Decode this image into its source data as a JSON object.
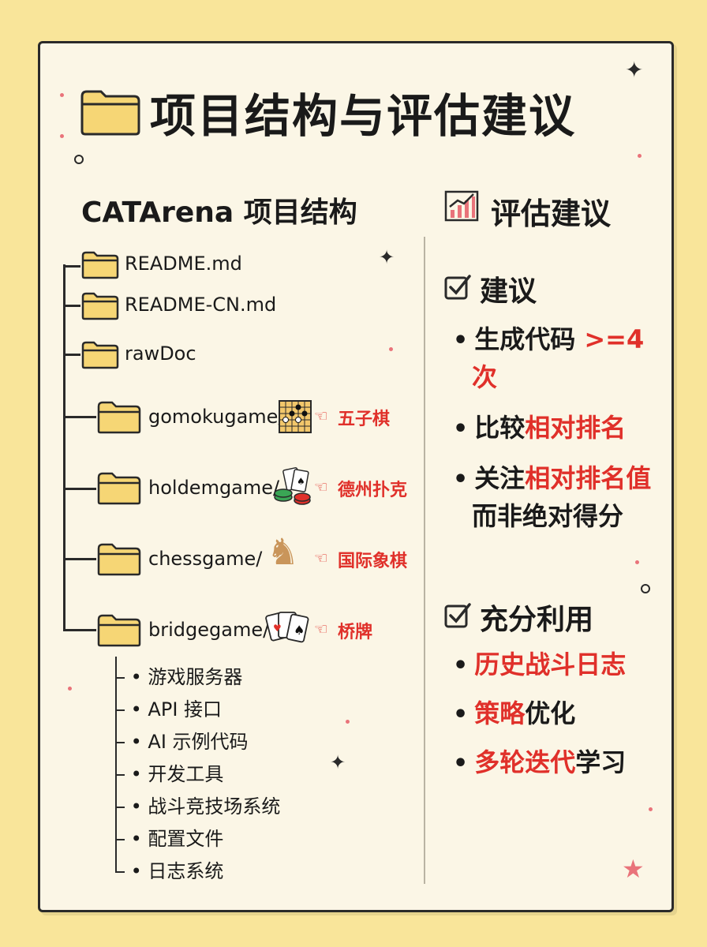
{
  "title": "项目结构与评估建议",
  "left": {
    "heading": "CATArena 项目结构",
    "files": [
      {
        "name": "README.md"
      },
      {
        "name": "README-CN.md"
      },
      {
        "name": "rawDoc"
      }
    ],
    "games": [
      {
        "name": "gomokugame/",
        "tag": "五子棋",
        "icon": "go-board-icon"
      },
      {
        "name": "holdemgame/",
        "tag": "德州扑克",
        "icon": "poker-chips-icon"
      },
      {
        "name": "chessgame/",
        "tag": "国际象棋",
        "icon": "chess-knight-icon"
      },
      {
        "name": "bridgegame/",
        "tag": "桥牌",
        "icon": "playing-cards-icon"
      }
    ],
    "components": [
      "游戏服务器",
      "API 接口",
      "AI 示例代码",
      "开发工具",
      "战斗竞技场系统",
      "配置文件",
      "日志系统"
    ]
  },
  "right": {
    "heading": "评估建议",
    "section1": {
      "heading": "建议",
      "items": [
        {
          "plain": "生成代码 ",
          "red": ">=4",
          "plain2": "",
          "line2_red": "次"
        },
        {
          "plain": "比较",
          "red": "相对排名",
          "plain2": ""
        },
        {
          "plain": "关注",
          "red": "相对排名值",
          "line2": "而非绝对得分"
        }
      ]
    },
    "section2": {
      "heading": "充分利用",
      "items": [
        {
          "red": "历史战斗日志",
          "plain": ""
        },
        {
          "red": "策略",
          "plain": "优化"
        },
        {
          "red": "多轮迭代",
          "plain": "学习"
        }
      ]
    }
  },
  "colors": {
    "accent": "#e0302a",
    "folder": "#f6d675",
    "card": "#fbf6e6",
    "background": "#f9e59a"
  }
}
